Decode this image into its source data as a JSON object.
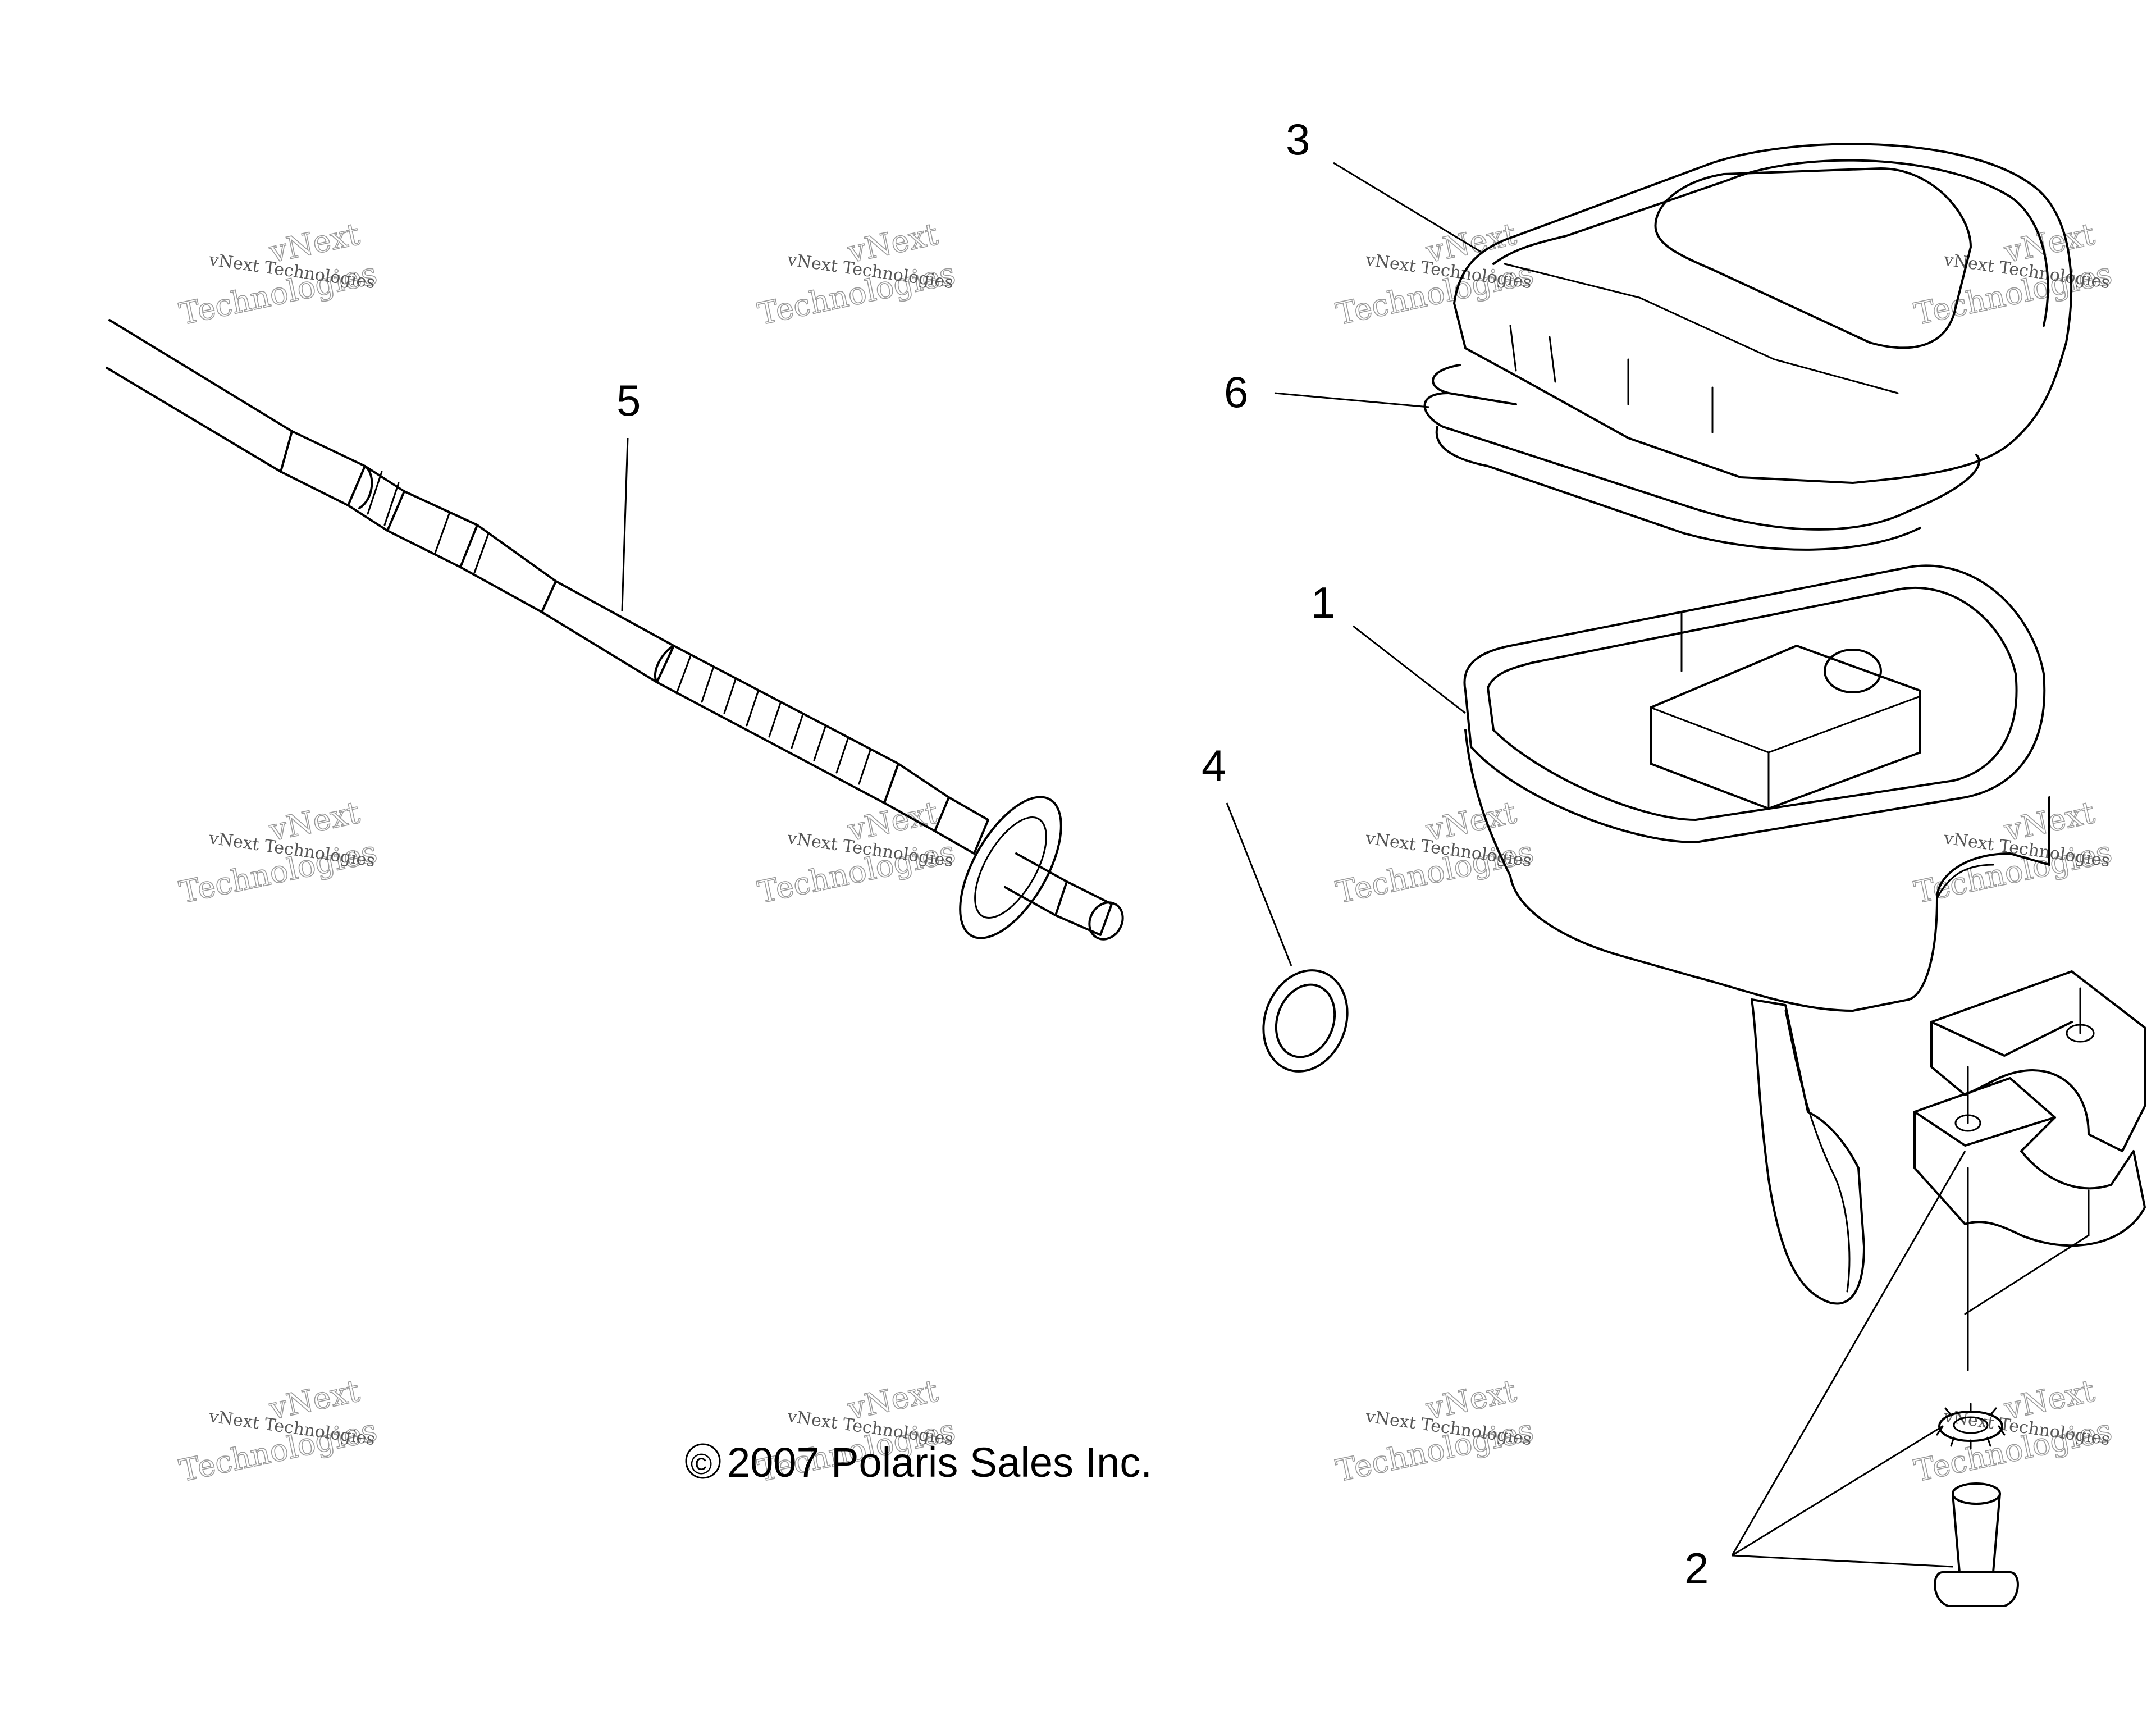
{
  "diagram": {
    "callouts": [
      {
        "id": "1",
        "label": "1"
      },
      {
        "id": "2",
        "label": "2"
      },
      {
        "id": "3",
        "label": "3"
      },
      {
        "id": "4",
        "label": "4"
      },
      {
        "id": "5",
        "label": "5"
      },
      {
        "id": "6",
        "label": "6"
      }
    ],
    "copyright": "2007 Polaris Sales Inc.",
    "copyright_symbol": "©",
    "watermark": {
      "line1": "vNext Technologies",
      "line2": "vNext",
      "line3": "Technologies"
    }
  },
  "colors": {
    "background": "#ffffff",
    "ink": "#000000",
    "watermark": "#9a9a9a"
  }
}
